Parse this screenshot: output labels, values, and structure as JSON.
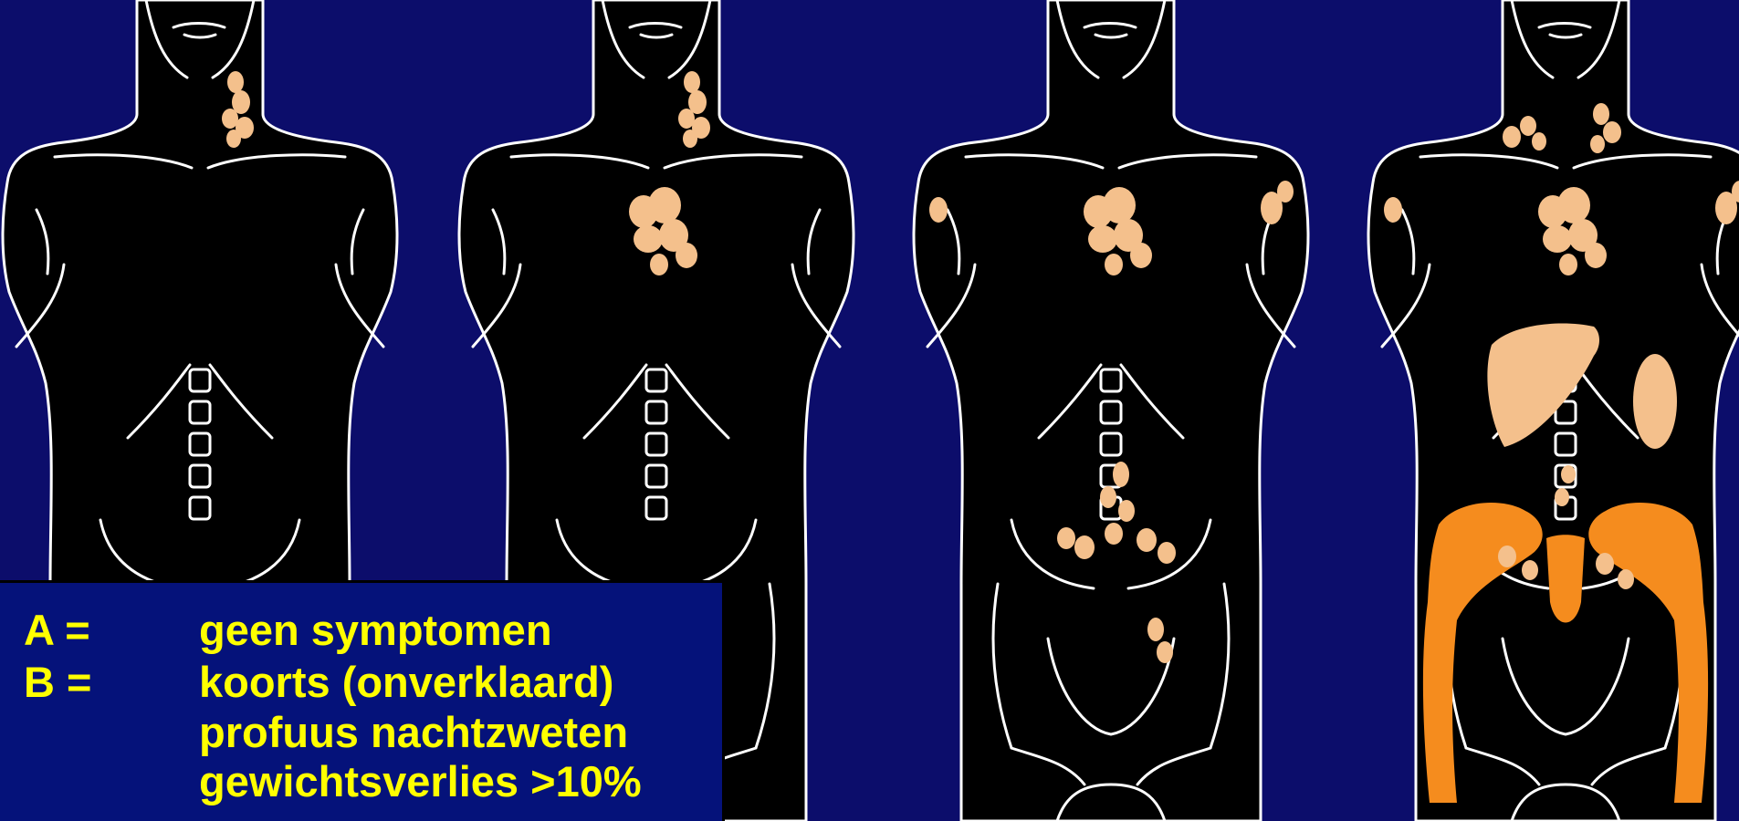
{
  "colors": {
    "background": "#0c0d6b",
    "body": "#000000",
    "outline": "#ffffff",
    "lymph_node": "#f4c08c",
    "bone_marrow": "#f58c1e",
    "legend_box": "#05127a",
    "legend_text": "#ffff00"
  },
  "figures": [
    {
      "id": "stage-1",
      "affected": [
        "left-neck-lymph-nodes"
      ]
    },
    {
      "id": "stage-2",
      "affected": [
        "left-neck-lymph-nodes",
        "mediastinal-lymph-nodes"
      ]
    },
    {
      "id": "stage-3",
      "affected": [
        "mediastinal-lymph-nodes",
        "axillary-lymph-nodes",
        "para-aortic-lymph-nodes",
        "iliac-lymph-nodes"
      ]
    },
    {
      "id": "stage-4",
      "affected": [
        "cervical-lymph-nodes",
        "axillary-lymph-nodes",
        "mediastinal-lymph-nodes",
        "liver",
        "spleen",
        "bone-marrow",
        "pelvic-lymph-nodes"
      ]
    }
  ],
  "legend": {
    "a_key": "A =",
    "a_text": "geen symptomen",
    "b_key": "B =",
    "b_lines": [
      "koorts (onverklaard)",
      "profuus nachtzweten",
      "gewichtsverlies >10%"
    ]
  }
}
